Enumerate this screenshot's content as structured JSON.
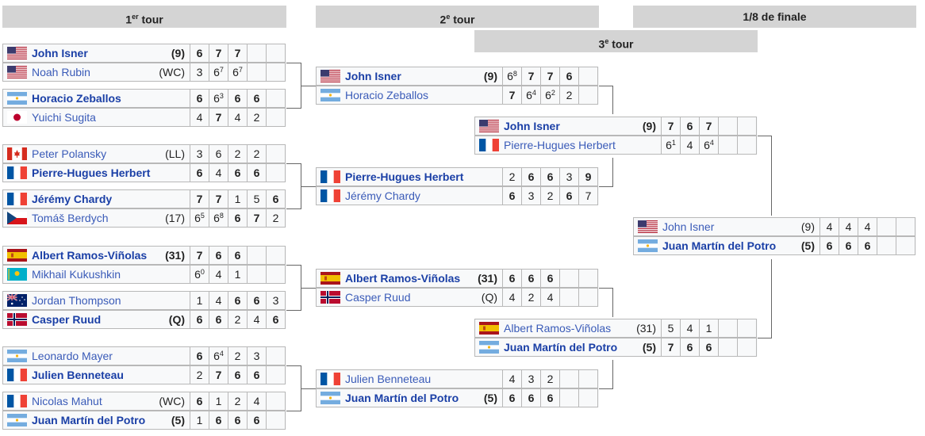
{
  "headers": {
    "r1": "1er tour",
    "r2": "2e tour",
    "r3": "3e tour",
    "r4": "1/8 de finale"
  },
  "header_sup": {
    "r1_base": "1",
    "r1_sup": "er",
    "r1_tail": " tour",
    "r2_base": "2",
    "r2_sup": "e",
    "r2_tail": " tour",
    "r3_base": "3",
    "r3_sup": "e",
    "r3_tail": " tour"
  },
  "matches": [
    {
      "id": "r1m1",
      "players": [
        {
          "flag": "us",
          "name": "John Isner",
          "seed": "(9)",
          "win": true,
          "scores": [
            [
              "6",
              ""
            ],
            [
              "7",
              ""
            ],
            [
              "7",
              ""
            ],
            [
              "",
              ""
            ],
            [
              "",
              ""
            ]
          ],
          "swin": [
            1,
            1,
            1,
            0,
            0
          ]
        },
        {
          "flag": "us",
          "name": "Noah Rubin",
          "seed": "(WC)",
          "win": false,
          "scores": [
            [
              "3",
              ""
            ],
            [
              "6",
              "7"
            ],
            [
              "6",
              "7"
            ],
            [
              "",
              ""
            ],
            [
              "",
              ""
            ]
          ],
          "swin": [
            0,
            0,
            0,
            0,
            0
          ]
        }
      ]
    },
    {
      "id": "r1m2",
      "players": [
        {
          "flag": "ar",
          "name": "Horacio Zeballos",
          "seed": "",
          "win": true,
          "scores": [
            [
              "6",
              ""
            ],
            [
              "6",
              "3"
            ],
            [
              "6",
              ""
            ],
            [
              "6",
              ""
            ],
            [
              "",
              ""
            ]
          ],
          "swin": [
            1,
            0,
            1,
            1,
            0
          ]
        },
        {
          "flag": "jp",
          "name": "Yuichi Sugita",
          "seed": "",
          "win": false,
          "scores": [
            [
              "4",
              ""
            ],
            [
              "7",
              ""
            ],
            [
              "4",
              ""
            ],
            [
              "2",
              ""
            ],
            [
              "",
              ""
            ]
          ],
          "swin": [
            0,
            1,
            0,
            0,
            0
          ]
        }
      ]
    },
    {
      "id": "r1m3",
      "players": [
        {
          "flag": "ca",
          "name": "Peter Polansky",
          "seed": "(LL)",
          "win": false,
          "scores": [
            [
              "3",
              ""
            ],
            [
              "6",
              ""
            ],
            [
              "2",
              ""
            ],
            [
              "2",
              ""
            ],
            [
              "",
              ""
            ]
          ],
          "swin": [
            0,
            0,
            0,
            0,
            0
          ]
        },
        {
          "flag": "fr",
          "name": "Pierre-Hugues Herbert",
          "seed": "",
          "win": true,
          "scores": [
            [
              "6",
              ""
            ],
            [
              "4",
              ""
            ],
            [
              "6",
              ""
            ],
            [
              "6",
              ""
            ],
            [
              "",
              ""
            ]
          ],
          "swin": [
            1,
            0,
            1,
            1,
            0
          ]
        }
      ]
    },
    {
      "id": "r1m4",
      "players": [
        {
          "flag": "fr",
          "name": "Jérémy Chardy",
          "seed": "",
          "win": true,
          "scores": [
            [
              "7",
              ""
            ],
            [
              "7",
              ""
            ],
            [
              "1",
              ""
            ],
            [
              "5",
              ""
            ],
            [
              "6",
              ""
            ]
          ],
          "swin": [
            1,
            1,
            0,
            0,
            1
          ]
        },
        {
          "flag": "cz",
          "name": "Tomáš Berdych",
          "seed": "(17)",
          "win": false,
          "scores": [
            [
              "6",
              "5"
            ],
            [
              "6",
              "8"
            ],
            [
              "6",
              ""
            ],
            [
              "7",
              ""
            ],
            [
              "2",
              ""
            ]
          ],
          "swin": [
            0,
            0,
            1,
            1,
            0
          ]
        }
      ]
    },
    {
      "id": "r1m5",
      "players": [
        {
          "flag": "es",
          "name": "Albert Ramos-Viñolas",
          "seed": "(31)",
          "win": true,
          "scores": [
            [
              "7",
              ""
            ],
            [
              "6",
              ""
            ],
            [
              "6",
              ""
            ],
            [
              "",
              ""
            ],
            [
              "",
              ""
            ]
          ],
          "swin": [
            1,
            1,
            1,
            0,
            0
          ]
        },
        {
          "flag": "kz",
          "name": "Mikhail Kukushkin",
          "seed": "",
          "win": false,
          "scores": [
            [
              "6",
              "0"
            ],
            [
              "4",
              ""
            ],
            [
              "1",
              ""
            ],
            [
              "",
              ""
            ],
            [
              "",
              ""
            ]
          ],
          "swin": [
            0,
            0,
            0,
            0,
            0
          ]
        }
      ]
    },
    {
      "id": "r1m6",
      "players": [
        {
          "flag": "au",
          "name": "Jordan Thompson",
          "seed": "",
          "win": false,
          "scores": [
            [
              "1",
              ""
            ],
            [
              "4",
              ""
            ],
            [
              "6",
              ""
            ],
            [
              "6",
              ""
            ],
            [
              "3",
              ""
            ]
          ],
          "swin": [
            0,
            0,
            1,
            1,
            0
          ]
        },
        {
          "flag": "no",
          "name": "Casper Ruud",
          "seed": "(Q)",
          "win": true,
          "scores": [
            [
              "6",
              ""
            ],
            [
              "6",
              ""
            ],
            [
              "2",
              ""
            ],
            [
              "4",
              ""
            ],
            [
              "6",
              ""
            ]
          ],
          "swin": [
            1,
            1,
            0,
            0,
            1
          ]
        }
      ]
    },
    {
      "id": "r1m7",
      "players": [
        {
          "flag": "ar",
          "name": "Leonardo Mayer",
          "seed": "",
          "win": false,
          "scores": [
            [
              "6",
              ""
            ],
            [
              "6",
              "4"
            ],
            [
              "2",
              ""
            ],
            [
              "3",
              ""
            ],
            [
              "",
              ""
            ]
          ],
          "swin": [
            1,
            0,
            0,
            0,
            0
          ]
        },
        {
          "flag": "fr",
          "name": "Julien Benneteau",
          "seed": "",
          "win": true,
          "scores": [
            [
              "2",
              ""
            ],
            [
              "7",
              ""
            ],
            [
              "6",
              ""
            ],
            [
              "6",
              ""
            ],
            [
              "",
              ""
            ]
          ],
          "swin": [
            0,
            1,
            1,
            1,
            0
          ]
        }
      ]
    },
    {
      "id": "r1m8",
      "players": [
        {
          "flag": "fr",
          "name": "Nicolas Mahut",
          "seed": "(WC)",
          "win": false,
          "scores": [
            [
              "6",
              ""
            ],
            [
              "1",
              ""
            ],
            [
              "2",
              ""
            ],
            [
              "4",
              ""
            ],
            [
              "",
              ""
            ]
          ],
          "swin": [
            1,
            0,
            0,
            0,
            0
          ]
        },
        {
          "flag": "ar",
          "name": "Juan Martín del Potro",
          "seed": "(5)",
          "win": true,
          "scores": [
            [
              "1",
              ""
            ],
            [
              "6",
              ""
            ],
            [
              "6",
              ""
            ],
            [
              "6",
              ""
            ],
            [
              "",
              ""
            ]
          ],
          "swin": [
            0,
            1,
            1,
            1,
            0
          ]
        }
      ]
    },
    {
      "id": "r2m1",
      "players": [
        {
          "flag": "us",
          "name": "John Isner",
          "seed": "(9)",
          "win": true,
          "scores": [
            [
              "6",
              "8"
            ],
            [
              "7",
              ""
            ],
            [
              "7",
              ""
            ],
            [
              "6",
              ""
            ],
            [
              "",
              ""
            ]
          ],
          "swin": [
            0,
            1,
            1,
            1,
            0
          ]
        },
        {
          "flag": "ar",
          "name": "Horacio Zeballos",
          "seed": "",
          "win": false,
          "scores": [
            [
              "7",
              ""
            ],
            [
              "6",
              "4"
            ],
            [
              "6",
              "2"
            ],
            [
              "2",
              ""
            ],
            [
              "",
              ""
            ]
          ],
          "swin": [
            1,
            0,
            0,
            0,
            0
          ]
        }
      ]
    },
    {
      "id": "r2m2",
      "players": [
        {
          "flag": "fr",
          "name": "Pierre-Hugues Herbert",
          "seed": "",
          "win": true,
          "scores": [
            [
              "2",
              ""
            ],
            [
              "6",
              ""
            ],
            [
              "6",
              ""
            ],
            [
              "3",
              ""
            ],
            [
              "9",
              ""
            ]
          ],
          "swin": [
            0,
            1,
            1,
            0,
            1
          ]
        },
        {
          "flag": "fr",
          "name": "Jérémy Chardy",
          "seed": "",
          "win": false,
          "scores": [
            [
              "6",
              ""
            ],
            [
              "3",
              ""
            ],
            [
              "2",
              ""
            ],
            [
              "6",
              ""
            ],
            [
              "7",
              ""
            ]
          ],
          "swin": [
            1,
            0,
            0,
            1,
            0
          ]
        }
      ]
    },
    {
      "id": "r2m3",
      "players": [
        {
          "flag": "es",
          "name": "Albert Ramos-Viñolas",
          "seed": "(31)",
          "win": true,
          "scores": [
            [
              "6",
              ""
            ],
            [
              "6",
              ""
            ],
            [
              "6",
              ""
            ],
            [
              "",
              ""
            ],
            [
              "",
              ""
            ]
          ],
          "swin": [
            1,
            1,
            1,
            0,
            0
          ]
        },
        {
          "flag": "no",
          "name": "Casper Ruud",
          "seed": "(Q)",
          "win": false,
          "scores": [
            [
              "4",
              ""
            ],
            [
              "2",
              ""
            ],
            [
              "4",
              ""
            ],
            [
              "",
              ""
            ],
            [
              "",
              ""
            ]
          ],
          "swin": [
            0,
            0,
            0,
            0,
            0
          ]
        }
      ]
    },
    {
      "id": "r2m4",
      "players": [
        {
          "flag": "fr",
          "name": "Julien Benneteau",
          "seed": "",
          "win": false,
          "scores": [
            [
              "4",
              ""
            ],
            [
              "3",
              ""
            ],
            [
              "2",
              ""
            ],
            [
              "",
              ""
            ],
            [
              "",
              ""
            ]
          ],
          "swin": [
            0,
            0,
            0,
            0,
            0
          ]
        },
        {
          "flag": "ar",
          "name": "Juan Martín del Potro",
          "seed": "(5)",
          "win": true,
          "scores": [
            [
              "6",
              ""
            ],
            [
              "6",
              ""
            ],
            [
              "6",
              ""
            ],
            [
              "",
              ""
            ],
            [
              "",
              ""
            ]
          ],
          "swin": [
            1,
            1,
            1,
            0,
            0
          ]
        }
      ]
    },
    {
      "id": "r3m1",
      "players": [
        {
          "flag": "us",
          "name": "John Isner",
          "seed": "(9)",
          "win": true,
          "scores": [
            [
              "7",
              ""
            ],
            [
              "6",
              ""
            ],
            [
              "7",
              ""
            ],
            [
              "",
              ""
            ],
            [
              "",
              ""
            ]
          ],
          "swin": [
            1,
            1,
            1,
            0,
            0
          ]
        },
        {
          "flag": "fr",
          "name": "Pierre-Hugues Herbert",
          "seed": "",
          "win": false,
          "scores": [
            [
              "6",
              "1"
            ],
            [
              "4",
              ""
            ],
            [
              "6",
              "4"
            ],
            [
              "",
              ""
            ],
            [
              "",
              ""
            ]
          ],
          "swin": [
            0,
            0,
            0,
            0,
            0
          ]
        }
      ]
    },
    {
      "id": "r3m2",
      "players": [
        {
          "flag": "es",
          "name": "Albert Ramos-Viñolas",
          "seed": "(31)",
          "win": false,
          "scores": [
            [
              "5",
              ""
            ],
            [
              "4",
              ""
            ],
            [
              "1",
              ""
            ],
            [
              "",
              ""
            ],
            [
              "",
              ""
            ]
          ],
          "swin": [
            0,
            0,
            0,
            0,
            0
          ]
        },
        {
          "flag": "ar",
          "name": "Juan Martín del Potro",
          "seed": "(5)",
          "win": true,
          "scores": [
            [
              "7",
              ""
            ],
            [
              "6",
              ""
            ],
            [
              "6",
              ""
            ],
            [
              "",
              ""
            ],
            [
              "",
              ""
            ]
          ],
          "swin": [
            1,
            1,
            1,
            0,
            0
          ]
        }
      ]
    },
    {
      "id": "r4m1",
      "players": [
        {
          "flag": "us",
          "name": "John Isner",
          "seed": "(9)",
          "win": false,
          "scores": [
            [
              "4",
              ""
            ],
            [
              "4",
              ""
            ],
            [
              "4",
              ""
            ],
            [
              "",
              ""
            ],
            [
              "",
              ""
            ]
          ],
          "swin": [
            0,
            0,
            0,
            0,
            0
          ]
        },
        {
          "flag": "ar",
          "name": "Juan Martín del Potro",
          "seed": "(5)",
          "win": true,
          "scores": [
            [
              "6",
              ""
            ],
            [
              "6",
              ""
            ],
            [
              "6",
              ""
            ],
            [
              "",
              ""
            ],
            [
              "",
              ""
            ]
          ],
          "swin": [
            1,
            1,
            1,
            0,
            0
          ]
        }
      ]
    }
  ]
}
